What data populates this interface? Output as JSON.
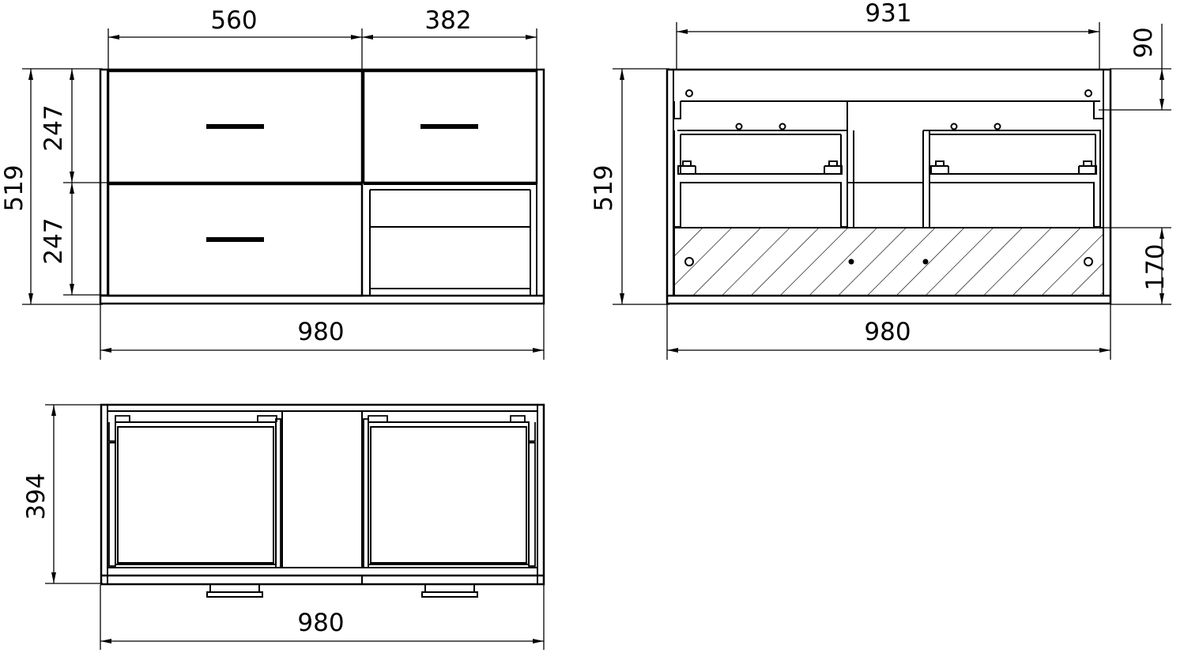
{
  "front_view": {
    "width_label": "980",
    "left_drawer_width_label": "560",
    "right_drawer_width_label": "382",
    "height_label": "519",
    "upper_drawer_height_label": "247",
    "lower_drawer_height_label": "247"
  },
  "rear_view": {
    "width_label": "980",
    "inner_width_label": "931",
    "height_label": "519",
    "top_rail_label": "90",
    "hatched_panel_height_label": "170"
  },
  "top_view": {
    "width_label": "980",
    "depth_label": "394"
  },
  "colors": {
    "line": "#000000",
    "background": "#ffffff"
  }
}
